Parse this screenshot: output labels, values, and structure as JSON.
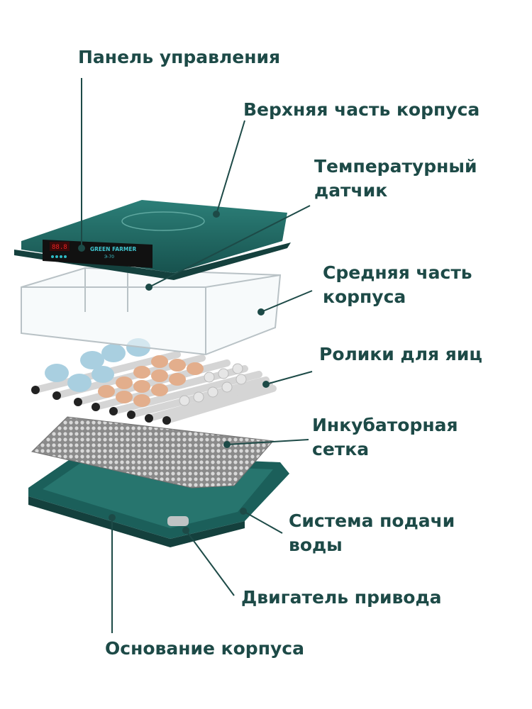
{
  "labels": {
    "control_panel": "Панель управления",
    "top_housing": "Верхняя часть корпуса",
    "temp_sensor_1": "Температурный",
    "temp_sensor_2": "датчик",
    "middle_housing_1": "Средняя часть",
    "middle_housing_2": "корпуса",
    "egg_rollers": "Ролики для яиц",
    "incubator_grid_1": "Инкубаторная",
    "incubator_grid_2": "сетка",
    "water_system_1": "Система подачи",
    "water_system_2": "воды",
    "drive_motor": "Двигатель привода",
    "base_housing": "Основание корпуса"
  },
  "device": {
    "brand": "GREEN FARMER",
    "model": "Э-70"
  },
  "colors": {
    "accent": "#1d4a47",
    "body": "#1f6b66",
    "leader": "#1d4a47"
  }
}
